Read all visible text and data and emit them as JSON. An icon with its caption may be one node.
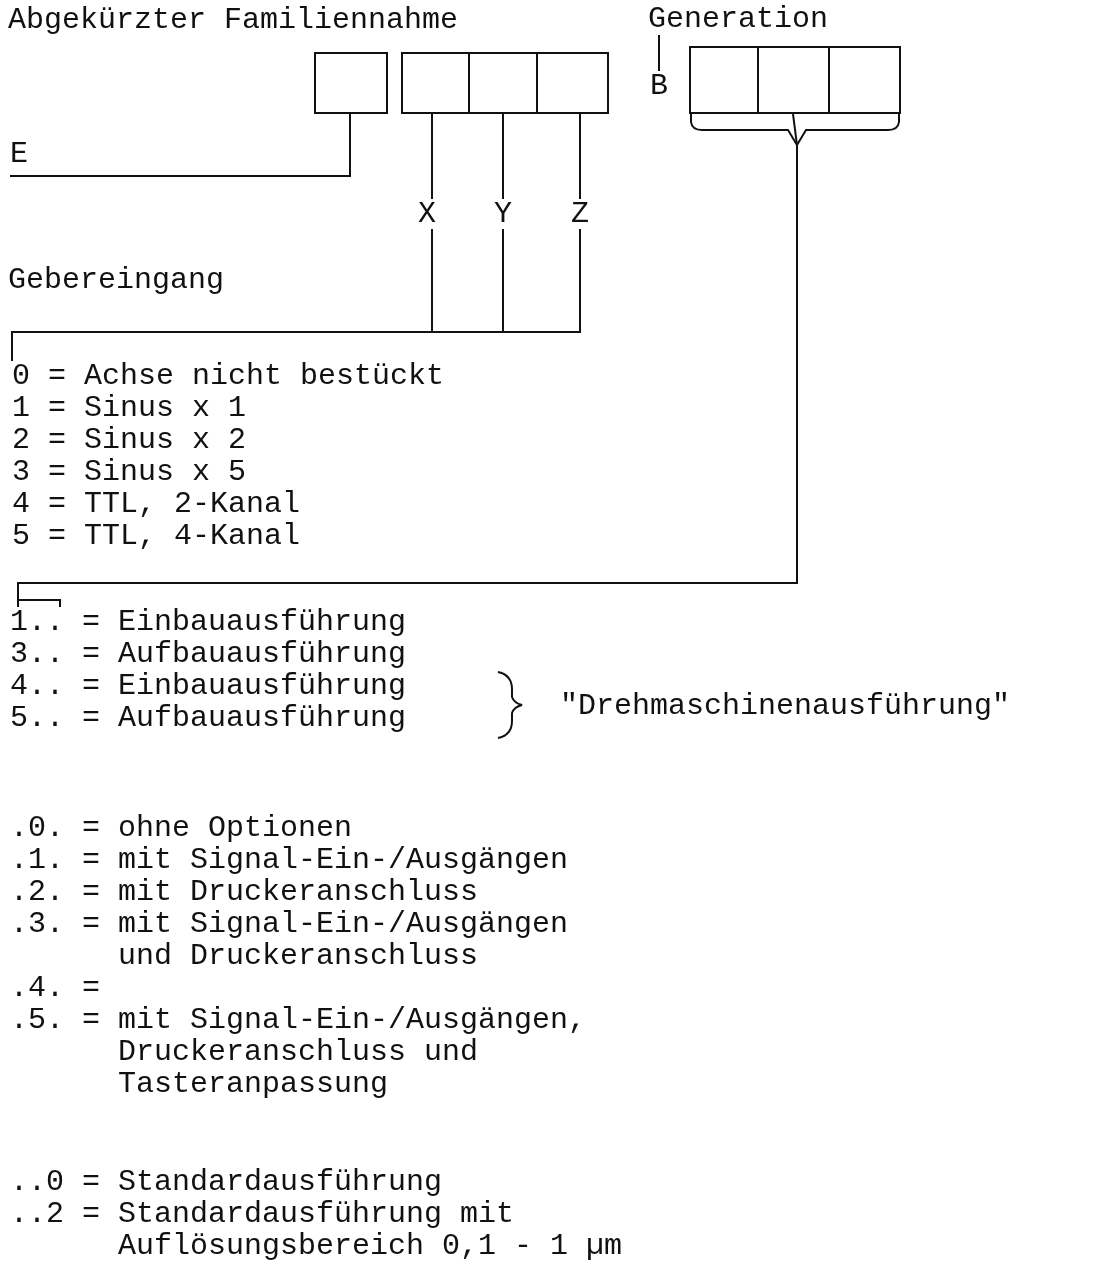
{
  "diagram": {
    "nodes": [
      {
        "text": [],
        "shape": "box"
      },
      {
        "text": [],
        "shape": "box"
      },
      {
        "text": [],
        "shape": "box"
      },
      {
        "text": [],
        "shape": "box"
      },
      {
        "text": [],
        "shape": "box"
      },
      {
        "text": [],
        "shape": "box"
      },
      {
        "text": [],
        "shape": "box"
      },
      {
        "text": [
          "E"
        ]
      },
      {
        "text": [
          "X"
        ]
      },
      {
        "text": [
          "Y"
        ]
      },
      {
        "text": [
          "Z"
        ]
      },
      {
        "text": [
          "0 = Achse nicht bestückt",
          "1 = Sinus x 1",
          "2 = Sinus x 2",
          "3 = Sinus x 5",
          "4 = TTL, 2-Kanal",
          "5 = TTL, 4-Kanal"
        ]
      },
      {
        "text": [
          "Generation"
        ]
      },
      {
        "text": [
          "B"
        ]
      },
      {
        "text": [
          "1.. = Einbauausführung",
          "3.. = Aufbauausführung",
          "4.. = Einbauausführung",
          "5.. = Aufbauausführung"
        ]
      }
    ],
    "edges": [
      {
        "from": 0,
        "to": 7,
        "arrow": "none"
      },
      {
        "from": 1,
        "to": 8,
        "arrow": "none"
      },
      {
        "from": 2,
        "to": 9,
        "arrow": "none"
      },
      {
        "from": 3,
        "to": 10,
        "arrow": "none"
      },
      {
        "from": 8,
        "to": 11,
        "arrow": "none"
      },
      {
        "from": 9,
        "to": 11,
        "arrow": "none"
      },
      {
        "from": 10,
        "to": 11,
        "arrow": "none"
      },
      {
        "from": 12,
        "to": 13,
        "arrow": "none"
      },
      {
        "from": 4,
        "to": 14,
        "arrow": "none"
      },
      {
        "from": 5,
        "to": 14,
        "arrow": "none"
      },
      {
        "from": 6,
        "to": 14,
        "arrow": "none"
      }
    ],
    "labels": [
      "Abgekürzter Familiennahme",
      "Gebereingang",
      "\"Drehmaschinenausführung\"",
      ".0. = ohne Optionen",
      ".1. = mit Signal-Ein-/Ausgängen",
      ".2. = mit Druckeranschluss",
      ".3. = mit Signal-Ein-/Ausgängen und Druckeranschluss",
      ".4. =",
      ".5. = mit Signal-Ein-/Ausgängen, Druckeranschluss und Tasteranpassung",
      "..0 = Standardausführung",
      "..2 = Standardausführung mit Auflösungsbereich 0,1 - 1 µm"
    ]
  }
}
